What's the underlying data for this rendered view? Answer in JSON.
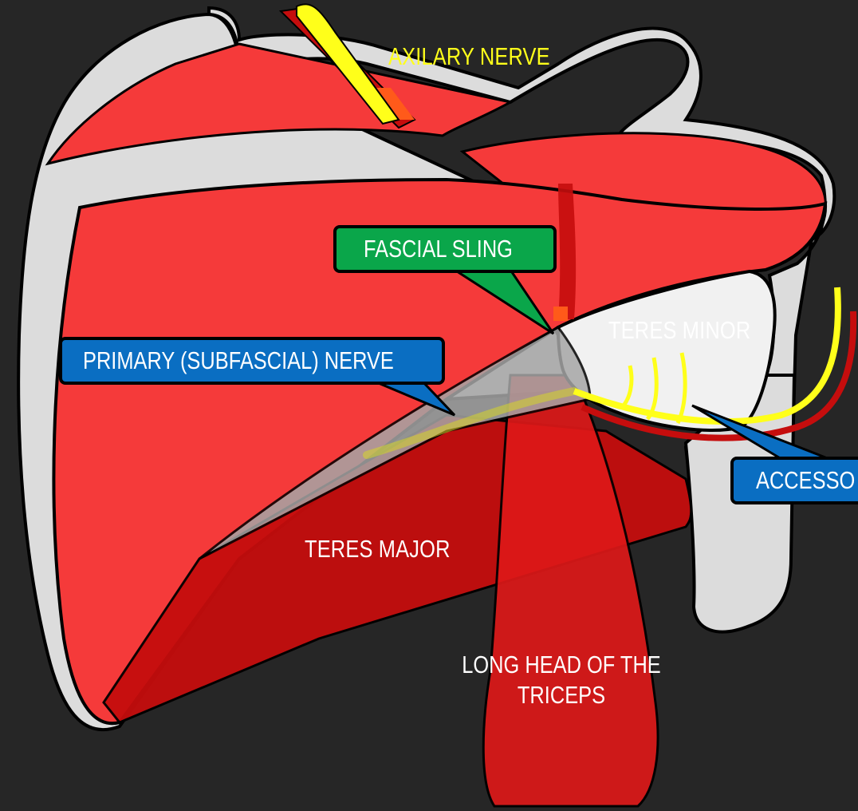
{
  "labels": {
    "axillary_nerve": "AXILARY NERVE",
    "fascial_sling": "FASCIAL SLING",
    "teres_minor": "TERES MINOR",
    "primary_nerve": "PRIMARY (SUBFASCIAL) NERVE",
    "accessory": "ACCESSO",
    "teres_major": "TERES MAJOR",
    "long_head_line1": "LONG HEAD OF THE",
    "long_head_line2": "TRICEPS"
  },
  "colors": {
    "background": "#262626",
    "bone": "#dcdcdc",
    "muscle": "#f53a3a",
    "muscle_dark": "#c50d0d",
    "nerve": "#ffff1a",
    "fascial_sling_tag": "#0aa64a",
    "nerve_tag": "#0a6ec2"
  }
}
